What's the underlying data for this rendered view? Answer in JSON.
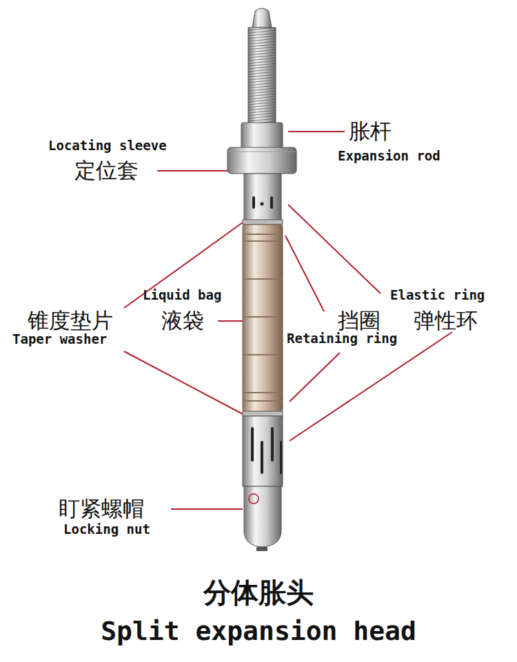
{
  "diagram": {
    "title": "分体胀头",
    "caption": "Split expansion head",
    "labels": [
      "胀杆",
      "Expansion rod",
      "Locating sleeve",
      "定位套",
      "Liquid bag",
      "液袋",
      "锥度垫片",
      "Taper washer",
      "挡圈",
      "Retaining ring",
      "Elastic ring",
      "弹性环",
      "盯紧螺帽",
      "Locking nut"
    ]
  }
}
